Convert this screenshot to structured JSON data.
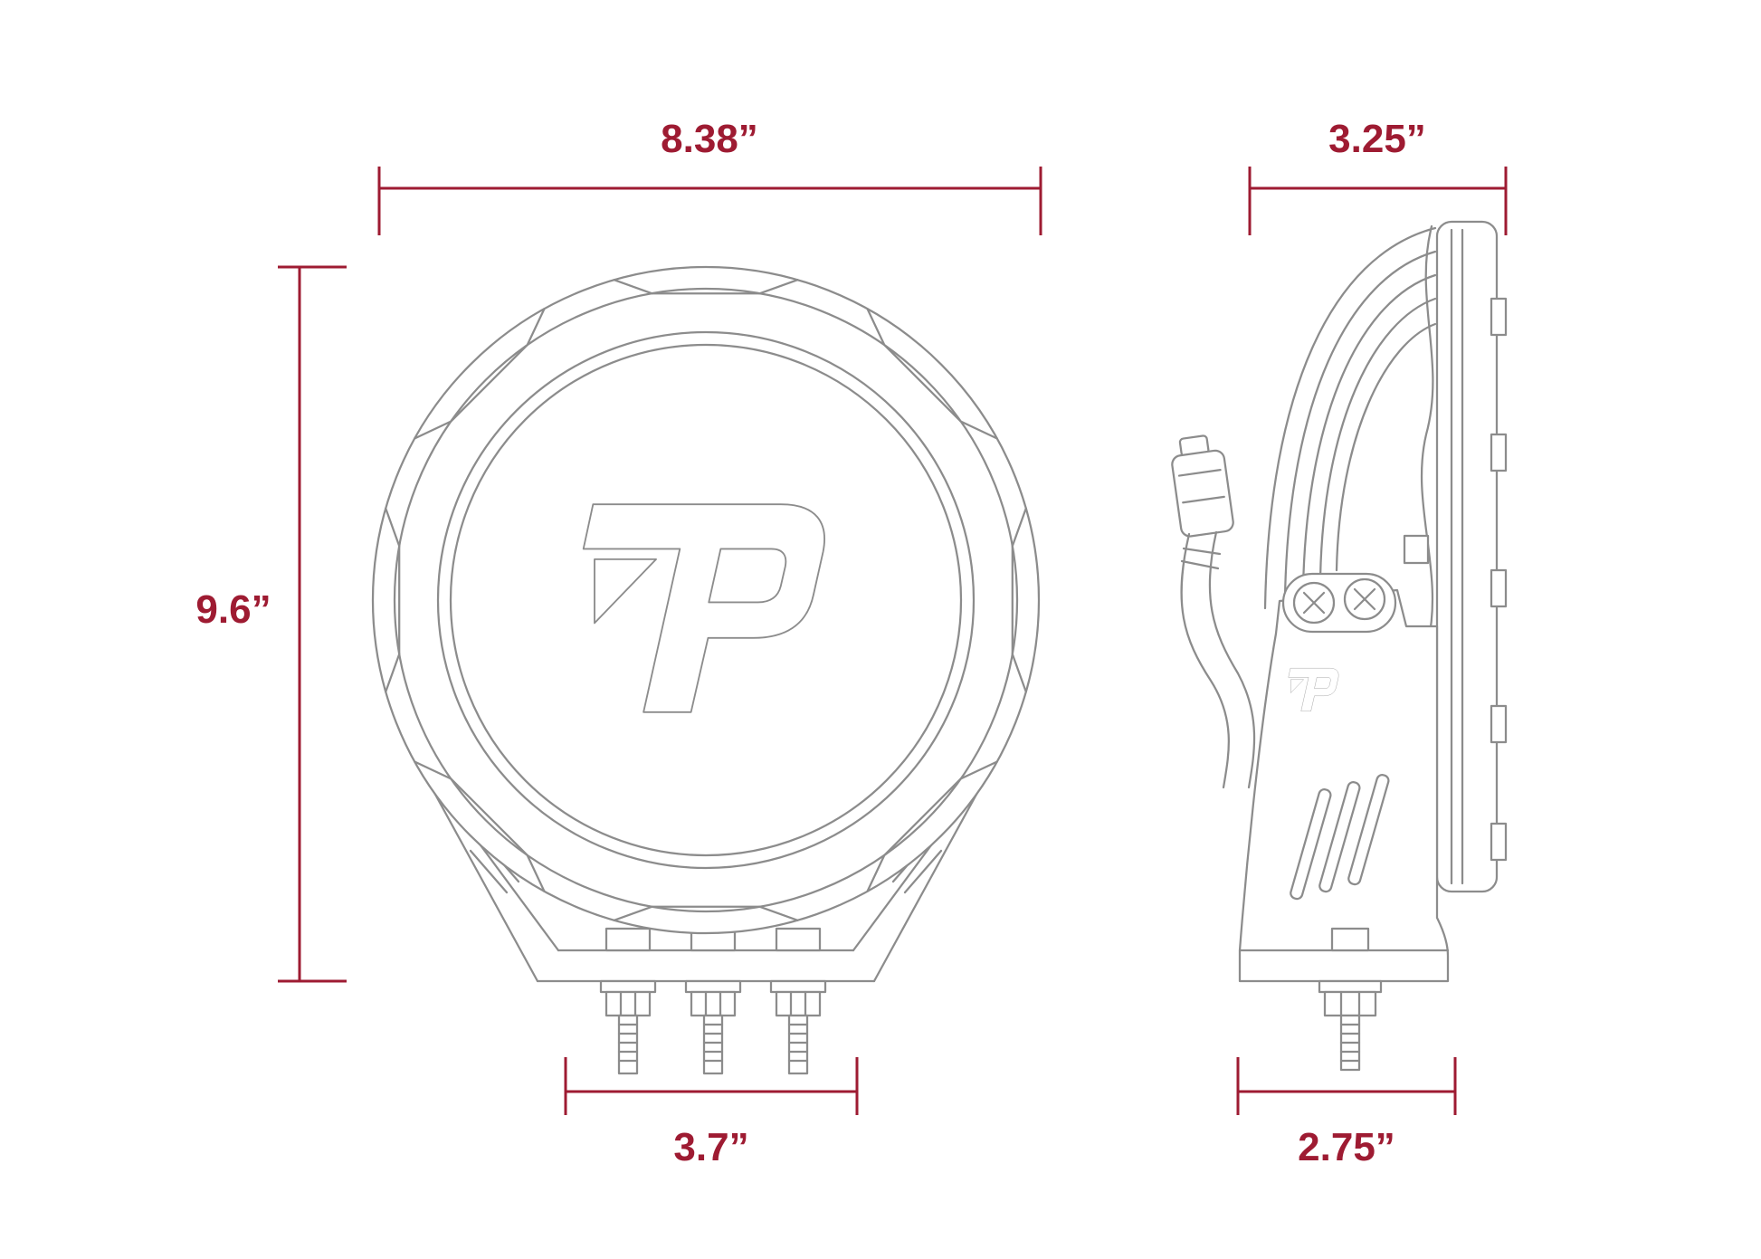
{
  "diagram": {
    "description": "Orthographic dimension drawing of a round LED driving light with mounting bracket: front view (left) and side profile view (right)",
    "logo_letter": "P",
    "dimensions": {
      "front_width": "8.38”",
      "front_height": "9.6”",
      "front_bolt_spacing": "3.7”",
      "side_depth": "3.25”",
      "side_base_length": "2.75”"
    },
    "colors": {
      "dimension_red": "#9E1B32",
      "line_gray": "#8C8C8C",
      "background": "#FFFFFF"
    }
  }
}
